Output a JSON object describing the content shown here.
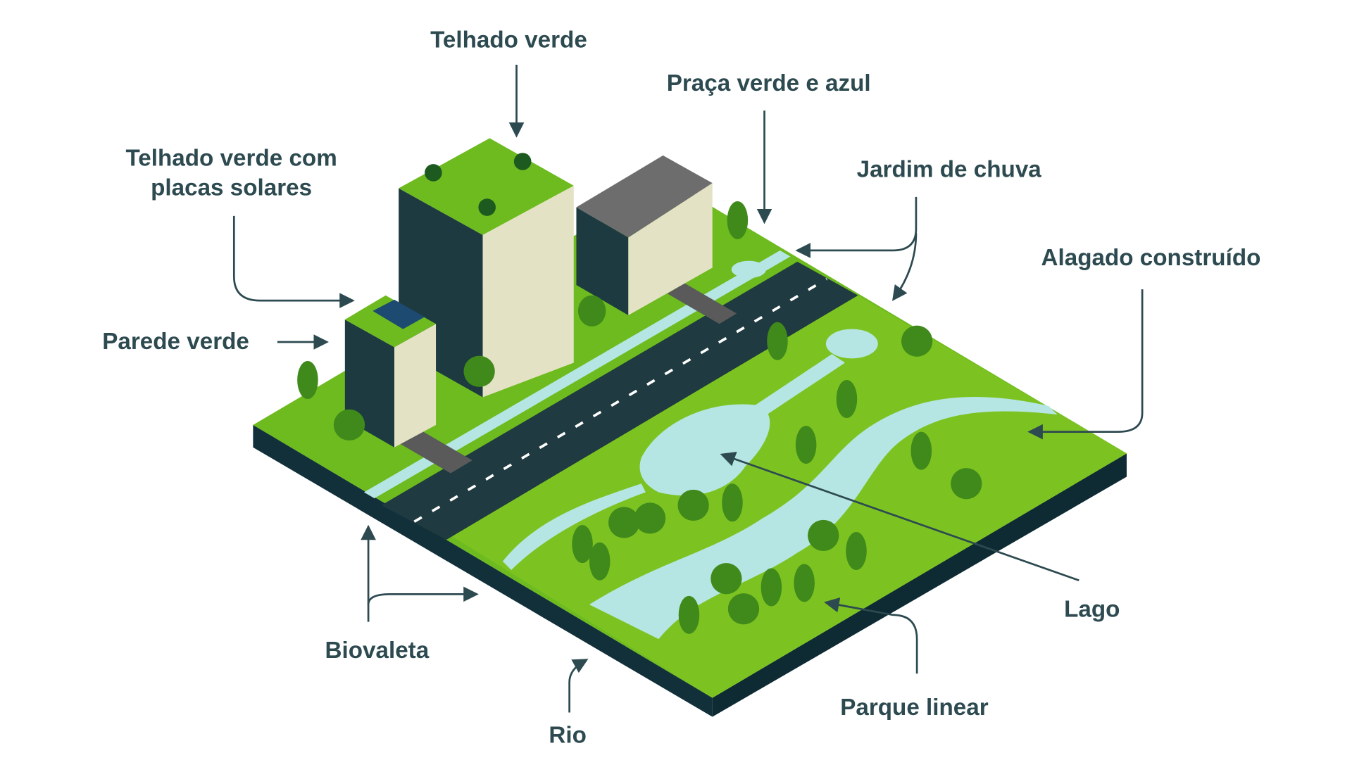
{
  "labels": {
    "telhado_verde": "Telhado verde",
    "praca": "Praça verde e azul",
    "telhado_solar_1": "Telhado verde com",
    "telhado_solar_2": "placas solares",
    "jardim": "Jardim de chuva",
    "alagado": "Alagado construído",
    "parede": "Parede verde",
    "biovaleta": "Biovaleta",
    "rio": "Rio",
    "lago": "Lago",
    "parque": "Parque linear"
  },
  "colors": {
    "grass": "#6dbb1e",
    "grass_light": "#86c532",
    "water": "#b5e6e3",
    "road": "#1f3a40",
    "base": "#12303a",
    "building_dark": "#1d3a40",
    "building_light": "#e4e2c4",
    "roof_gray": "#6d6d6d",
    "text": "#2d4a50"
  }
}
